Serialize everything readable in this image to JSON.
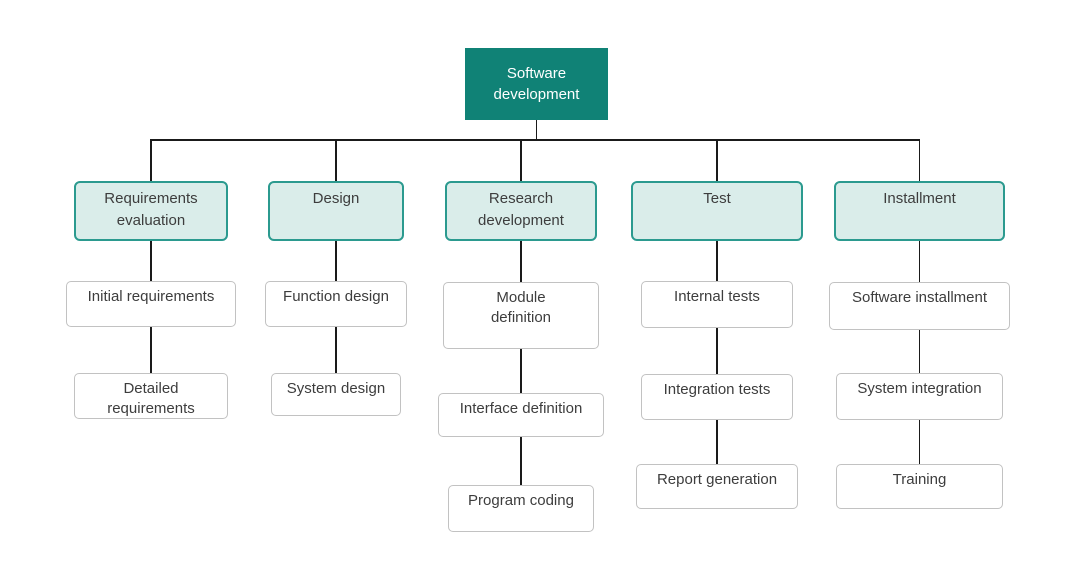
{
  "diagram": {
    "type": "hierarchy",
    "root": {
      "label": "Software\ndevelopment"
    },
    "branches": [
      {
        "label": "Requirements\nevaluation",
        "children": [
          {
            "label": "Initial requirements"
          },
          {
            "label": "Detailed\nrequirements"
          }
        ]
      },
      {
        "label": "Design",
        "children": [
          {
            "label": "Function design"
          },
          {
            "label": "System design"
          }
        ]
      },
      {
        "label": "Research\ndevelopment",
        "children": [
          {
            "label": "Module\ndefinition"
          },
          {
            "label": "Interface definition"
          },
          {
            "label": "Program coding"
          }
        ]
      },
      {
        "label": "Test",
        "children": [
          {
            "label": "Internal tests"
          },
          {
            "label": "Integration tests"
          },
          {
            "label": "Report generation"
          }
        ]
      },
      {
        "label": "Installment",
        "children": [
          {
            "label": "Software installment"
          },
          {
            "label": "System integration"
          },
          {
            "label": "Training"
          }
        ]
      }
    ],
    "colors": {
      "root_fill": "#108276",
      "root_text": "#ffffff",
      "branch_fill": "#daedea",
      "branch_border": "#2b9a8f",
      "leaf_fill": "#ffffff",
      "leaf_border": "#c2c2c2",
      "node_text": "#3d3d3d",
      "connector": "#1a1a1a"
    }
  }
}
